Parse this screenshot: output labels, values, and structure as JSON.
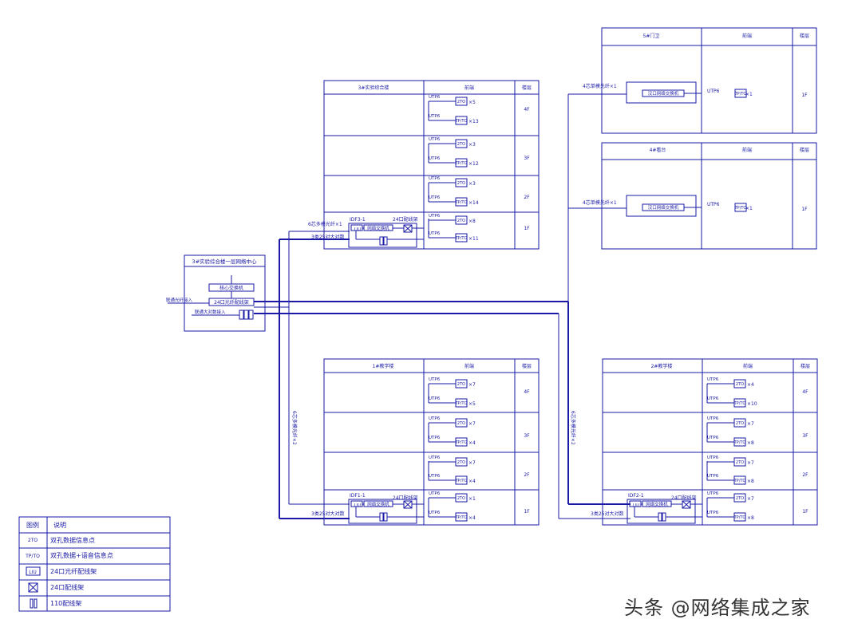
{
  "colors": {
    "line": "#1a1aa6",
    "text": "#1a1aa6"
  },
  "center": {
    "title": "3#实验综合楼一层网络中心",
    "core_switch": "核心交换机",
    "fiber_frame": "24口光纤配线架",
    "fiber_in": "联通光纤接入",
    "copper_in": "联通大对数接入"
  },
  "header": {
    "front": "前端",
    "floor": "楼层"
  },
  "common": {
    "utp": "UTP6",
    "switch": "网络交换机",
    "small_switch": "汉口网络交换机",
    "patch": "24口配线架",
    "frame110": "110配线架",
    "liu": "LIU"
  },
  "floors": [
    "4F",
    "3F",
    "2F",
    "1F"
  ],
  "floor_1f": "1F",
  "b3": {
    "title": "3#实验综合楼",
    "idf": "IDF3-1",
    "fiber": "6芯多模光纤×1",
    "copper": "3类25对大对数",
    "counts": [
      "×5",
      "×13",
      "×3",
      "×12",
      "×3",
      "×14",
      "×8",
      "×11"
    ]
  },
  "b1": {
    "title": "1#教学楼",
    "idf": "IDF1-1",
    "fiber": "6芯多模光纤×2",
    "copper": "3类25对大对数",
    "counts": [
      "×7",
      "×5",
      "×7",
      "×4",
      "×7",
      "×4",
      "×1",
      "×4"
    ]
  },
  "b2": {
    "title": "2#教学楼",
    "idf": "IDF2-1",
    "fiber": "6芯多模光纤×2",
    "copper": "3类25对大对数",
    "counts": [
      "×4",
      "×10",
      "×7",
      "×8",
      "×7",
      "×8",
      "×7",
      "×8"
    ]
  },
  "b5": {
    "title": "5#门卫",
    "fiber": "4芯单模光纤×1",
    "count": "×1"
  },
  "b4": {
    "title": "4#看台",
    "fiber": "4芯单模光纤×1",
    "count": "×1"
  },
  "legend": {
    "head_icon": "图例",
    "head_desc": "说明",
    "rows": [
      {
        "icon": "2TO",
        "desc": "双孔数据信息点"
      },
      {
        "icon": "TP/TO",
        "desc": "双孔数据+语音信息点"
      },
      {
        "icon": "LIU",
        "desc": "24口光纤配线架"
      },
      {
        "icon": "patch-panel-icon",
        "desc": "24口配线架"
      },
      {
        "icon": "110-frame-icon",
        "desc": "110配线架"
      }
    ]
  },
  "watermark": "头条 @网络集成之家"
}
